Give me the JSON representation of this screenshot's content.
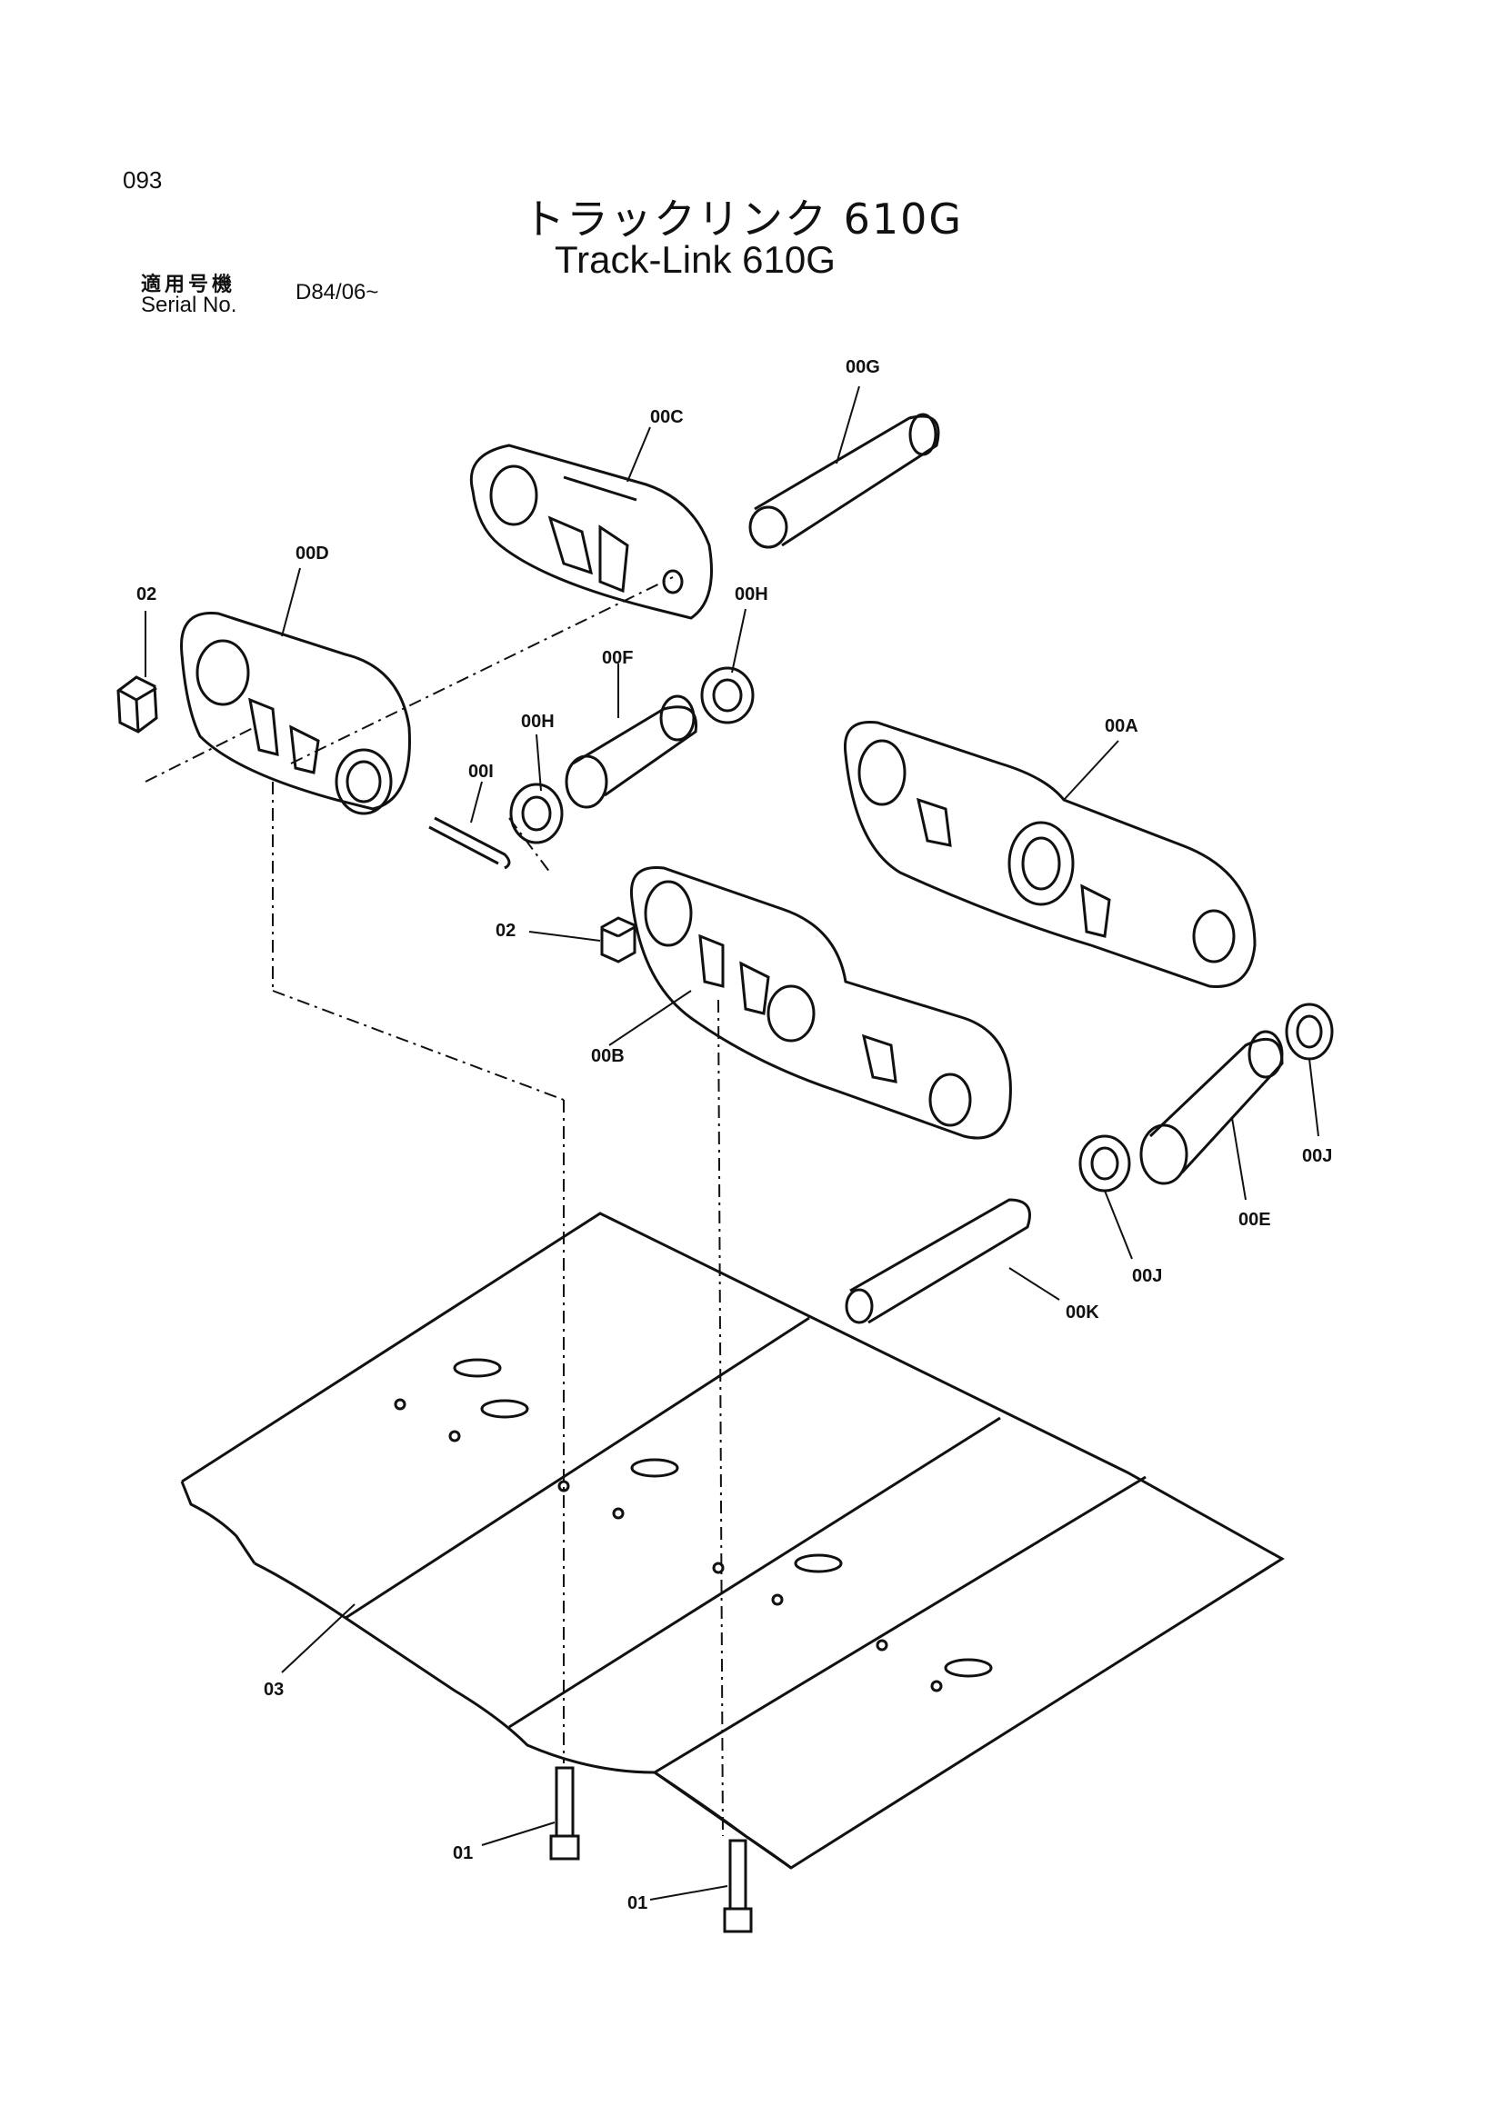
{
  "header": {
    "page_number": "093",
    "title_jp": "トラックリンク 610G",
    "title_en": "Track-Link 610G",
    "serial_label_jp": "適用号機",
    "serial_label_en": "Serial No.",
    "serial_value": "D84/06~"
  },
  "parts": {
    "00G": "00G",
    "00C": "00C",
    "00D": "00D",
    "02a": "02",
    "00H_top": "00H",
    "00F": "00F",
    "00H": "00H",
    "00A": "00A",
    "00I": "00I",
    "02b": "02",
    "00B": "00B",
    "00J_right": "00J",
    "00E": "00E",
    "00J": "00J",
    "00K": "00K",
    "03": "03",
    "01a": "01",
    "01b": "01"
  }
}
